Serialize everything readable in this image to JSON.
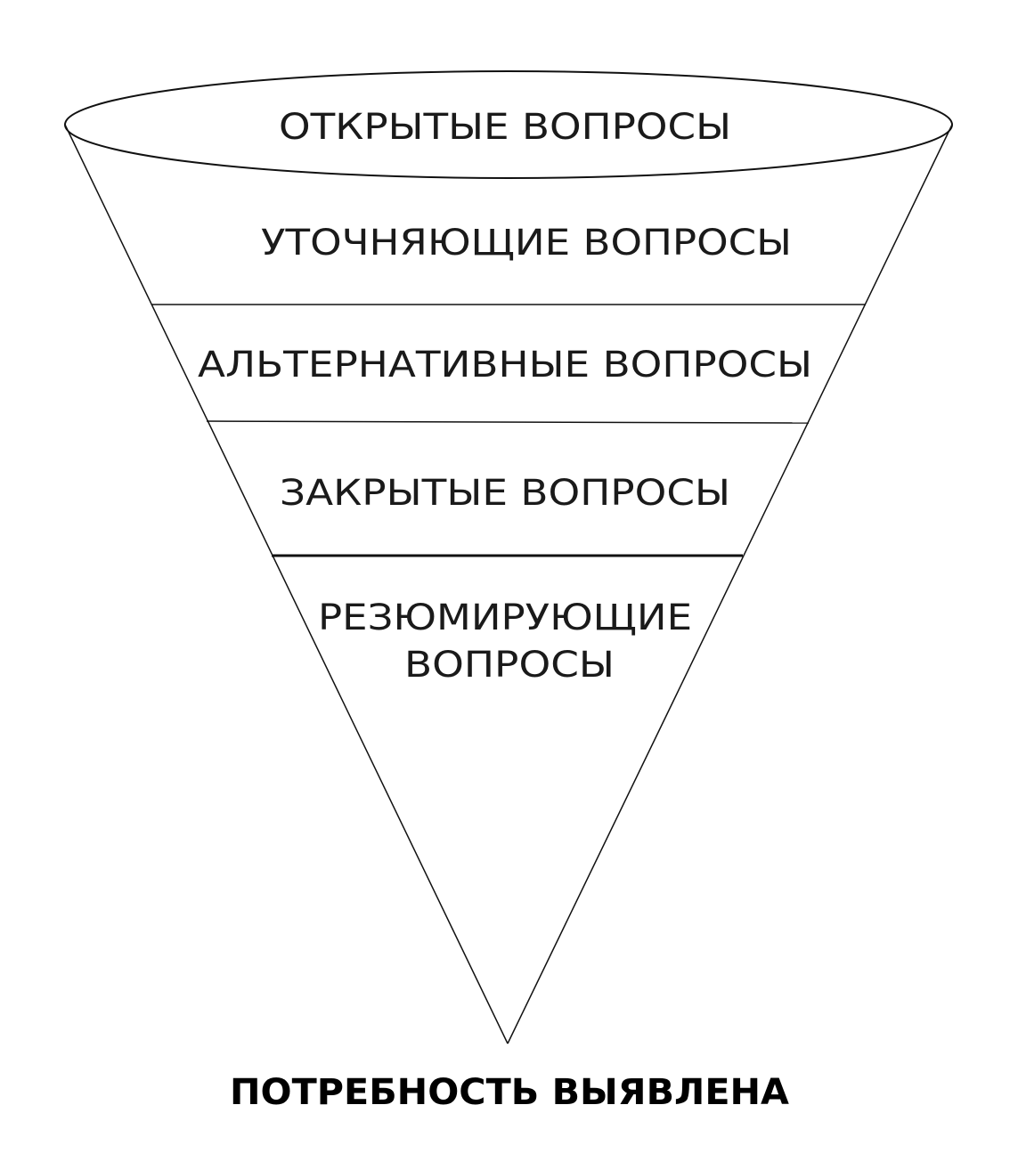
{
  "funnel": {
    "levels": [
      {
        "label": "ОТКРЫТЫЕ ВОПРОСЫ"
      },
      {
        "label": "УТОЧНЯЮЩИЕ ВОПРОСЫ"
      },
      {
        "label": "АЛЬТЕРНАТИВНЫЕ ВОПРОСЫ"
      },
      {
        "label": "ЗАКРЫТЫЕ ВОПРОСЫ"
      },
      {
        "label_line1": "РЕЗЮМИРУЮЩИЕ",
        "label_line2": "ВОПРОСЫ"
      }
    ],
    "result": "ПОТРЕБНОСТЬ ВЫЯВЛЕНА"
  }
}
